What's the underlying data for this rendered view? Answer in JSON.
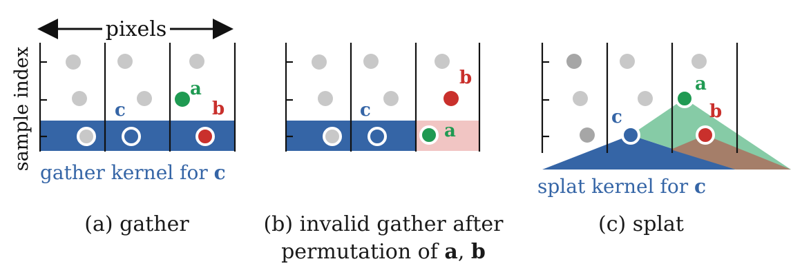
{
  "labels": {
    "pixels": "pixels",
    "sample_index": "sample index",
    "a": "a",
    "b": "b",
    "c": "c",
    "gather_kernel_prefix": "gather kernel for ",
    "splat_kernel_prefix": "splat kernel for ",
    "kernel_target": "c"
  },
  "captions": {
    "a": "(a) gather",
    "b_line1": "(b) invalid gather after",
    "b_line2_prefix": "permutation of ",
    "b_line2_a": "a",
    "b_line2_sep": ", ",
    "b_line2_b": "b",
    "c": "(c) splat"
  },
  "colors": {
    "blue": "#3565a6",
    "red": "#c9302c",
    "green": "#1f9a52",
    "gray": "#c8c8c8",
    "dark_gray": "#a6a6a6",
    "pink": "#f1c5c3",
    "teal": "#86cba6",
    "brown": "#a57e69"
  }
}
